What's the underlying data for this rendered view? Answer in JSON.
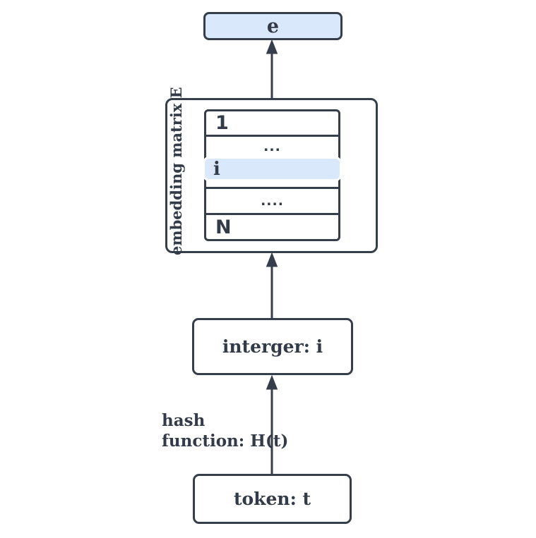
{
  "nodes": {
    "output": {
      "label": "e"
    },
    "matrix": {
      "label": "embedding matrix E",
      "rows": [
        {
          "label": "1"
        },
        {
          "label": "..."
        },
        {
          "label": "i"
        },
        {
          "label": "...."
        },
        {
          "label": "N"
        }
      ]
    },
    "integer": {
      "label": "interger: i"
    },
    "token": {
      "label": "token: t"
    }
  },
  "edge_label": {
    "line1": "hash",
    "line2": "function: H(t)"
  },
  "colors": {
    "stroke": "#363e4b",
    "ink": "#333b48",
    "highlight": "#dae8fc"
  }
}
